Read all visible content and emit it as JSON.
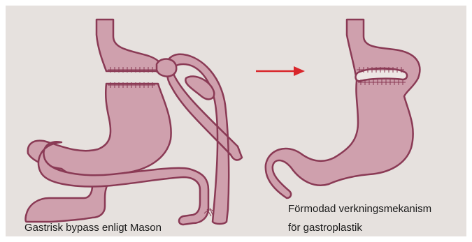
{
  "colors": {
    "background": "#e6e1de",
    "organ_fill": "#cfa0ad",
    "organ_stroke": "#8a3a55",
    "arrow": "#d9262b"
  },
  "figure_left": {
    "caption": "Gastrisk bypass enligt Mason"
  },
  "figure_right": {
    "caption_line1": "Förmodad verkningsmekanism",
    "caption_line2": "för gastroplastik"
  },
  "arrow": {
    "direction": "right"
  }
}
